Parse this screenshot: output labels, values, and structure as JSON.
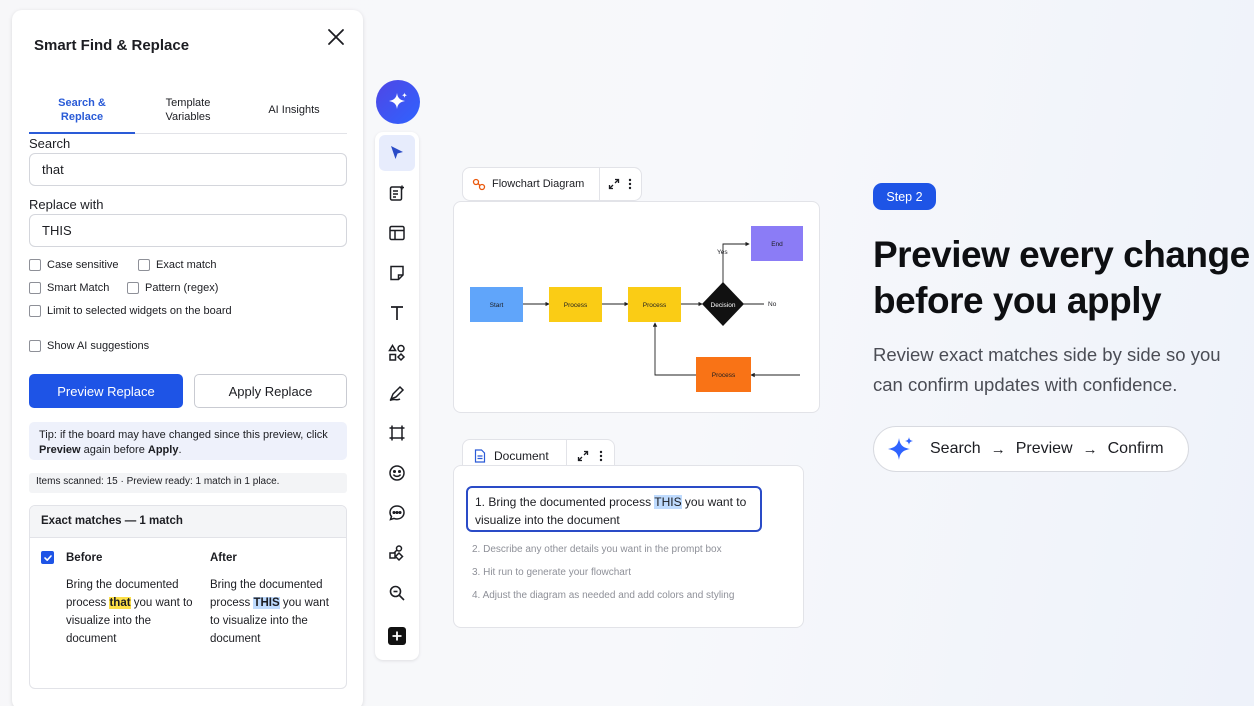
{
  "panel": {
    "title": "Smart Find & Replace",
    "tabs": [
      {
        "label": "Search & Replace",
        "active": true
      },
      {
        "label": "Template Variables",
        "active": false
      },
      {
        "label": "AI Insights",
        "active": false
      }
    ],
    "search_label": "Search",
    "search_value": "that",
    "replace_label": "Replace with",
    "replace_value": "THIS",
    "options": {
      "case_sensitive": "Case sensitive",
      "exact_match": "Exact match",
      "smart_match": "Smart Match",
      "pattern": "Pattern (regex)",
      "limit": "Limit to selected widgets on the board",
      "ai_suggestions": "Show AI suggestions"
    },
    "preview_button": "Preview Replace",
    "apply_button": "Apply Replace",
    "tip": {
      "prefix": "Tip: if the board may have changed since this preview, click ",
      "preview_word": "Preview",
      "middle": " again before ",
      "apply_word": "Apply",
      "suffix": "."
    },
    "status": "Items scanned: 15 · Preview ready: 1 match in 1 place.",
    "matches": {
      "header": "Exact matches — 1 match",
      "before_label": "Before",
      "after_label": "After",
      "before_pre": "Bring the documented process ",
      "before_hl": "that",
      "before_post": " you want to visualize into the document",
      "after_pre": "Bring the documented process ",
      "after_hl": "THIS",
      "after_post": " you want to visualize into the document"
    }
  },
  "toolbar": {
    "ai_icon": "sparkle-icon",
    "tools": [
      "select-icon",
      "doc-add-icon",
      "table-icon",
      "sticky-note-icon",
      "text-icon",
      "shapes-icon",
      "pen-icon",
      "frame-icon",
      "emoji-icon",
      "comment-icon",
      "diagram-icon",
      "zoom-search-icon",
      "add-icon"
    ]
  },
  "flowchart": {
    "tab_label": "Flowchart Diagram",
    "nodes": {
      "start": "Start",
      "process1": "Process",
      "process2": "Process",
      "decision": "Decision",
      "end": "End",
      "process3": "Process"
    },
    "labels": {
      "yes": "Yes",
      "no": "No"
    },
    "colors": {
      "start": "#60a5fa",
      "process": "#facc15",
      "decision": "#111111",
      "end": "#8b7cf6",
      "process3": "#f97316"
    }
  },
  "document": {
    "tab_label": "Document",
    "item1_pre": "1. Bring the documented process ",
    "item1_hl": "THIS",
    "item1_post": " you want to visualize into the document",
    "item2": "2.  Describe any other details you want in the prompt box",
    "item3": "3.  Hit run to generate your flowchart",
    "item4": "4.  Adjust the diagram as needed and add colors and styling"
  },
  "marketing": {
    "step": "Step 2",
    "headline": "Preview every change before you apply",
    "subtext": "Review exact matches side by side so you can confirm updates with confidence.",
    "flow": [
      "Search",
      "Preview",
      "Confirm"
    ]
  },
  "colors": {
    "accent": "#1e54e6",
    "highlight_yellow": "#fde047",
    "highlight_blue": "#bfdbfe"
  }
}
